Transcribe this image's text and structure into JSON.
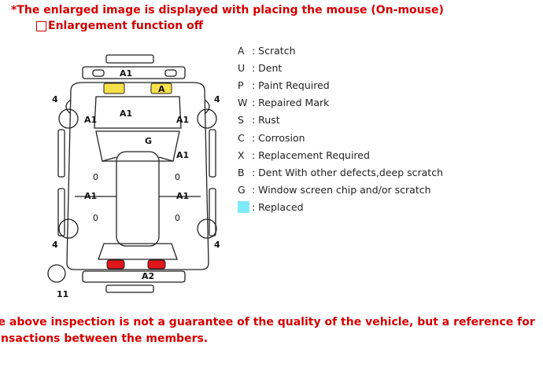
{
  "notice": "*The enlarged image is displayed with placing the mouse (On-mouse)",
  "toggle": {
    "label": "Enlargement function off"
  },
  "diagram": {
    "tire_fl": "4",
    "tire_fr": "4",
    "tire_rl": "4",
    "tire_rr": "4",
    "spare": "11",
    "front_bumper": "A1",
    "headlight_right": "A",
    "hood": "A1",
    "fender_left": "A1",
    "fender_right": "A1",
    "windshield": "G",
    "door_front_right": "A1",
    "door_rear_left": "A1",
    "door_rear_right": "A1",
    "rear_bumper": "A2",
    "mark_0": "0",
    "highlight_yellow": "#f7e14b",
    "highlight_red": "#e0161b"
  },
  "legend": [
    {
      "code": "A",
      "desc": ": Scratch"
    },
    {
      "code": "U",
      "desc": ": Dent"
    },
    {
      "code": "P",
      "desc": ": Paint Required"
    },
    {
      "code": "W",
      "desc": ": Repaired Mark"
    },
    {
      "code": "S",
      "desc": ": Rust"
    },
    {
      "code": "C",
      "desc": ": Corrosion"
    },
    {
      "code": "X",
      "desc": ": Replacement Required"
    },
    {
      "code": "B",
      "desc": ": Dent With other defects,deep scratch"
    },
    {
      "code": "G",
      "desc": ":  Window screen chip and/or scratch"
    }
  ],
  "legend_replaced": {
    "desc": ": Replaced",
    "color": "#7ee9f7"
  },
  "disclaimer": {
    "line1": "The above inspection is not a guarantee of the quality of the vehicle, but a reference for",
    "line2": "transactions between the members."
  }
}
